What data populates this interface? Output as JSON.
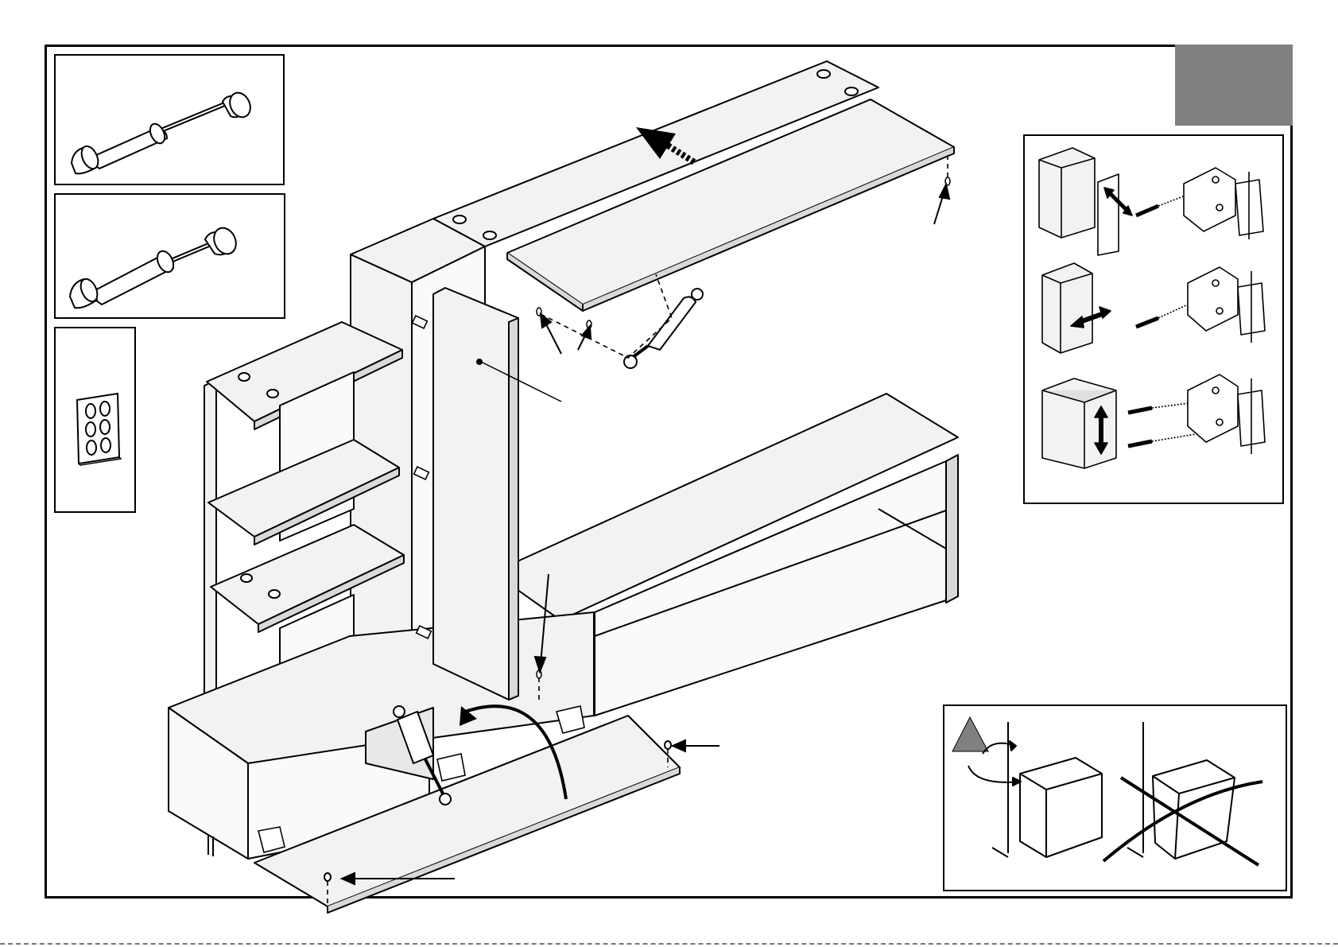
{
  "sheet": {
    "step_badge_color": "#808080",
    "warning_triangle_color": "#808080",
    "line_color": "#000000",
    "panel_fill": "#f2f2f2"
  },
  "parts": [
    {
      "name": "gas-strut-long",
      "icon": "gas-strut-icon"
    },
    {
      "name": "gas-strut-short",
      "icon": "gas-strut-icon"
    },
    {
      "name": "six-hole-mounting-plate",
      "icon": "mounting-plate-icon"
    }
  ],
  "hinge_adjustment": [
    {
      "direction": "depth",
      "icon": "double-arrow-diagonal-icon"
    },
    {
      "direction": "side",
      "icon": "double-arrow-horizontal-icon"
    },
    {
      "direction": "height",
      "icon": "double-arrow-vertical-icon"
    }
  ],
  "warning_panel": {
    "icon": "warning-triangle-icon",
    "correct": "cabinet-aligned-to-wall",
    "incorrect": "cabinet-skewed-crossed-out"
  }
}
